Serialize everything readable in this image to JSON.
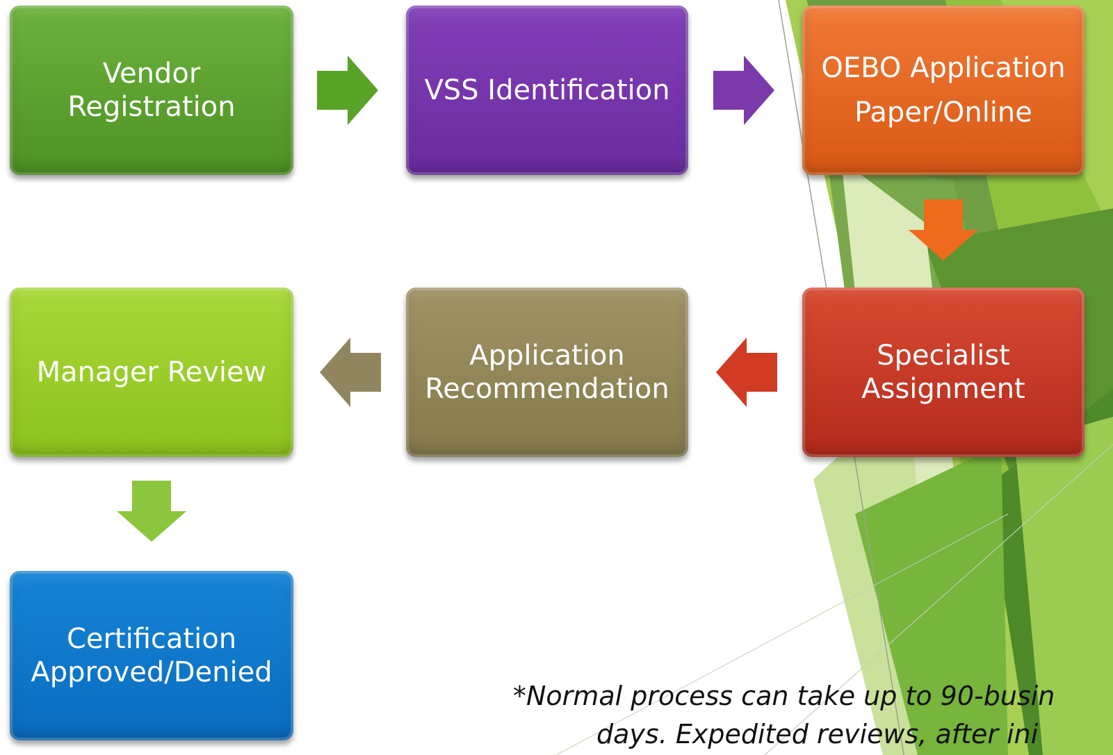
{
  "steps": [
    {
      "id": "vendor-registration",
      "label": "Vendor\nRegistration",
      "color": "#5a9e2c"
    },
    {
      "id": "vss-identification",
      "label": "VSS Identification",
      "color": "#7434a8"
    },
    {
      "id": "oebo-application",
      "label": "OEBO Application\nPaper/Online",
      "color": "#e2661f"
    },
    {
      "id": "specialist-assignment",
      "label": "Specialist\nAssignment",
      "color": "#c83424"
    },
    {
      "id": "application-recommendation",
      "label": "Application\nRecommendation",
      "color": "#938758"
    },
    {
      "id": "manager-review",
      "label": "Manager Review",
      "color": "#9ccc2c"
    },
    {
      "id": "certification",
      "label": "Certification\nApproved/Denied",
      "color": "#0d78cc"
    }
  ],
  "note": {
    "line1": "*Normal process can take up to 90-busin",
    "line2": "days. Expedited reviews, after ini"
  },
  "colors": {
    "arrow_green": "#5aa329",
    "arrow_purple": "#7a3aaa",
    "arrow_orange": "#ee6a1c",
    "arrow_red": "#d13b24",
    "arrow_olive": "#8f8660",
    "arrow_lime": "#8cc63e"
  }
}
